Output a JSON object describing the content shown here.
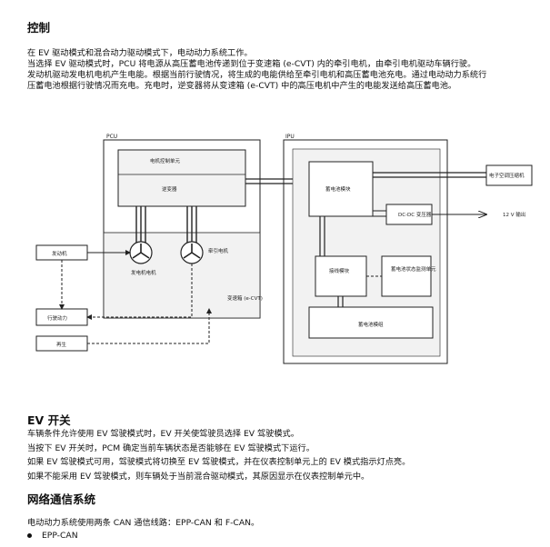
{
  "section_control": {
    "heading": "控制",
    "lines": [
      "在 EV 驱动模式和混合动力驱动模式下，电动动力系统工作。",
      "当选择 EV 驱动模式时，PCU 将电源从高压蓄电池传递到位于变速箱 (e-CVT) 内的牵引电机，由牵引电机驱动车辆行驶。",
      "发动机驱动发电机电机产生电能。根据当前行驶情况，将生成的电能供给至牵引电机和高压蓄电池充电。通过电动动力系统行",
      "压蓄电池根据行驶情况而充电。充电时，逆变器将从变速箱 (e-CVT) 中的高压电机中产生的电能发送给高压蓄电池。"
    ]
  },
  "diagram": {
    "pcu_label": "PCU",
    "ipu_label": "IPU",
    "motor_control_unit": "电机控制单元",
    "inverter": "逆变器",
    "engine": "发动机",
    "generator_motor": "发电机电机",
    "traction_motor": "牵引电机",
    "transmission": "变速箱 (e-CVT)",
    "drive_power": "行驶动力",
    "regen": "再生",
    "battery_control": "蓄电池模块",
    "dcdc": "DC-DC 变压器",
    "junction": "接线模块",
    "battery_monitor": "蓄电池状态监测单元",
    "battery": "蓄电池模组",
    "ac_compressor": "电子空调压缩机",
    "output_12v": "12 V 输出"
  },
  "section_ev": {
    "heading": "EV 开关",
    "lines": [
      "车辆条件允许使用 EV 驾驶模式时，EV 开关使驾驶员选择 EV 驾驶模式。",
      "当按下 EV 开关时，PCM 确定当前车辆状态是否能够在 EV 驾驶模式下运行。",
      "如果 EV 驾驶模式可用，驾驶模式将切换至 EV 驾驶模式，并在仪表控制单元上的 EV 模式指示灯点亮。",
      "如果不能采用 EV 驾驶模式，则车辆处于当前混合驱动模式，其原因显示在仪表控制单元中。"
    ]
  },
  "section_network": {
    "heading": "网络通信系统",
    "lines": [
      "电动动力系统使用两条 CAN 通信线路：EPP-CAN 和 F-CAN。"
    ],
    "bullets": [
      "EPP-CAN"
    ]
  }
}
